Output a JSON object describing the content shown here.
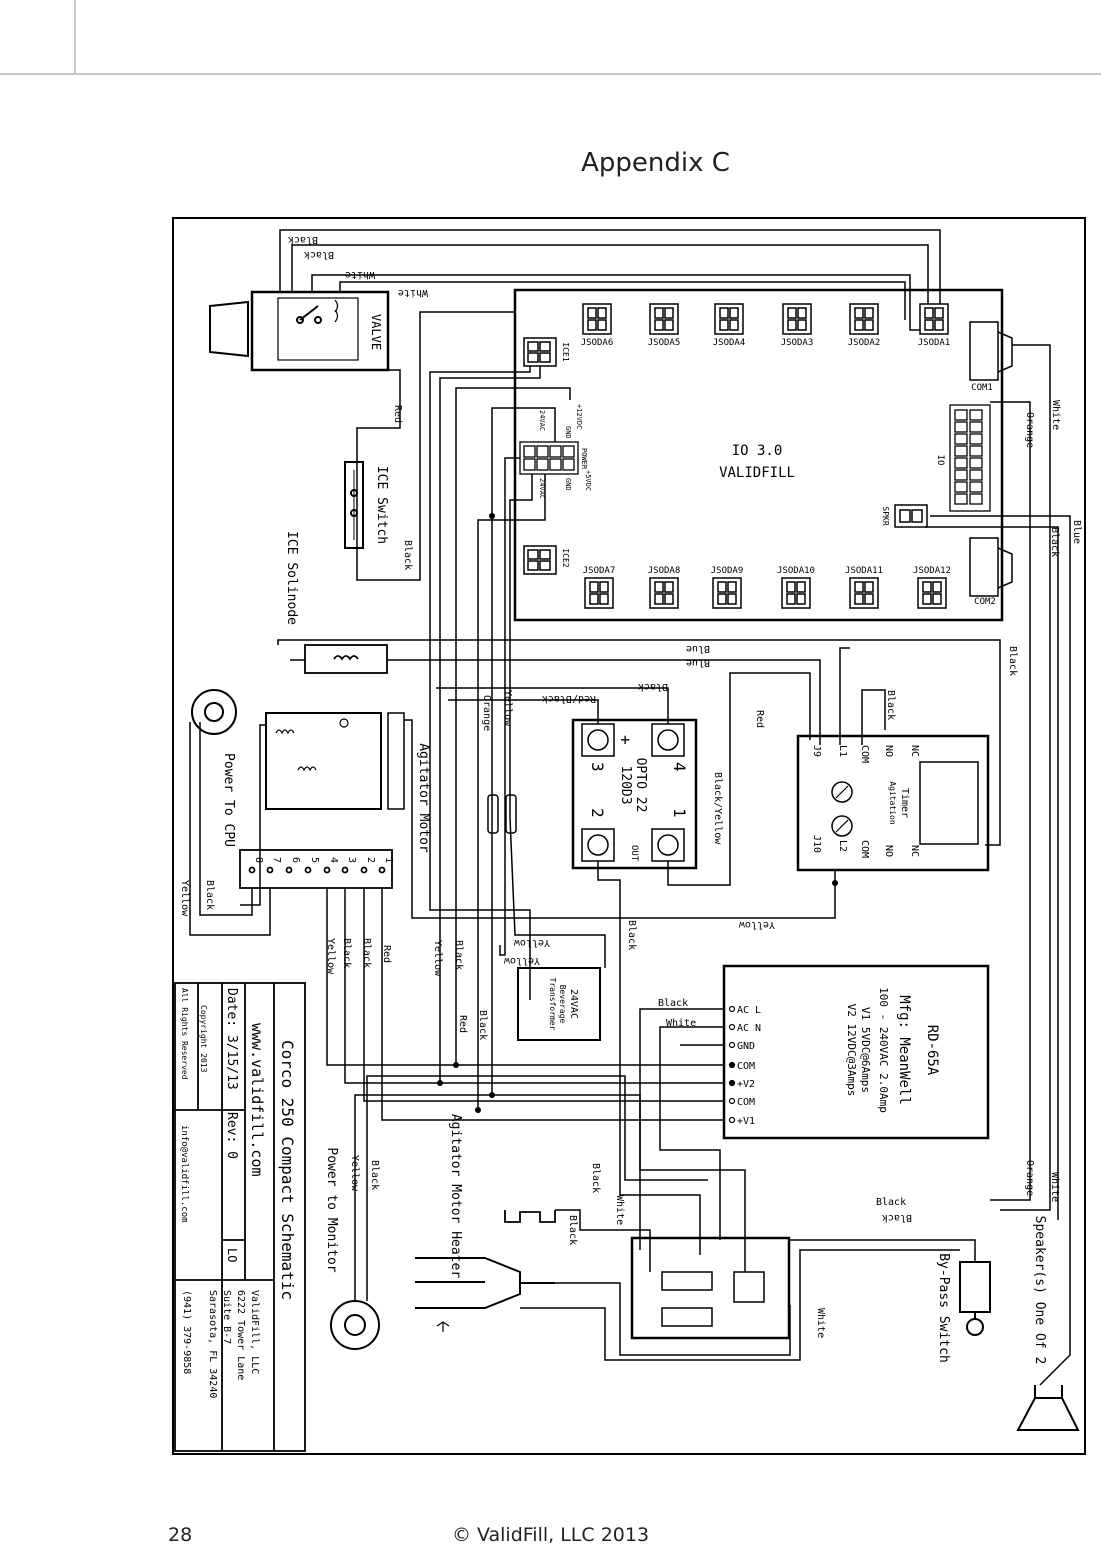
{
  "page": {
    "title": "Appendix C",
    "page_number": "28",
    "copyright": "© ValidFill, LLC 2013"
  },
  "board": {
    "name": "IO 3.0",
    "brand": "VALIDFILL",
    "jsoda_top": [
      "JSODA6",
      "JSODA5",
      "JSODA4",
      "JSODA3",
      "JSODA2",
      "JSODA1"
    ],
    "jsoda_bottom": [
      "JSODA7",
      "JSODA8",
      "JSODA9",
      "JSODA10",
      "JSODA11",
      "JSODA12"
    ],
    "com1": "COM1",
    "com2": "COM2",
    "io": "IO",
    "spkr": "SPKR",
    "ice1": "ICE1",
    "ice2": "ICE2",
    "power": "POWER",
    "p12": "+12VDC",
    "p5": "+5VDC",
    "gnd": "GND",
    "ac24": "24VAC"
  },
  "components": {
    "valve": "VALVE",
    "ice_switch": "ICE Switch",
    "ice_solenoid": "ICE Solinode",
    "power_cpu": "Power To CPU",
    "agitator_motor": "Agitator Motor",
    "opto_name": "OPTO 22",
    "opto_model": "120D3",
    "opto_out": "OUT",
    "timer": "Timer",
    "agitation": "Agitation",
    "transformer_1": "24VAC",
    "transformer_2": "Beverage",
    "transformer_3": "Transformer",
    "psu_model": "RD-65A",
    "psu_mfg": "Mfg: MeanWell",
    "psu_input": "100 - 240VAC 2.0Amp",
    "psu_v1": "V1 5VDC@6Amps",
    "psu_v2": "V2 12VDC@3Amps",
    "psu_terms": [
      "AC L",
      "AC N",
      "GND",
      "COM",
      "+V2",
      "COM",
      "+V1"
    ],
    "heater": "Agitator Motor Heater",
    "power_monitor": "Power to Monitor",
    "bypass": "By-Pass Switch",
    "speaker": "Speaker(s) One Of 2"
  },
  "opto_terms": [
    "4",
    "1",
    "3",
    "2",
    "+"
  ],
  "timer_terms": [
    "J9",
    "L1",
    "COM",
    "NO",
    "NC",
    "J10",
    "L2",
    "COM",
    "NO",
    "NC"
  ],
  "wires": {
    "black": "Black",
    "white": "White",
    "red": "Red",
    "yellow": "Yellow",
    "blue": "Blue",
    "orange": "Orange",
    "red_black": "Red/Black",
    "black_yellow": "Black/Yellow"
  },
  "connector_pins": [
    "8",
    "7",
    "6",
    "5",
    "4",
    "3",
    "2",
    "1"
  ],
  "title_block": {
    "title": "Corco 250 Compact Schematic",
    "website": "www.validfill.com",
    "date": "Date: 3/15/13",
    "rev": "Rev: 0",
    "drawn": "LO",
    "copyright": "Copyright 2013",
    "rights": "All Rights Reserved",
    "email": "info@validfill.com",
    "company": "ValidFill, LLC",
    "address1": "6222 Tower Lane",
    "address2": "Suite B-7",
    "city": "Sarasota, FL 34240",
    "phone": "(941) 379-9858"
  }
}
